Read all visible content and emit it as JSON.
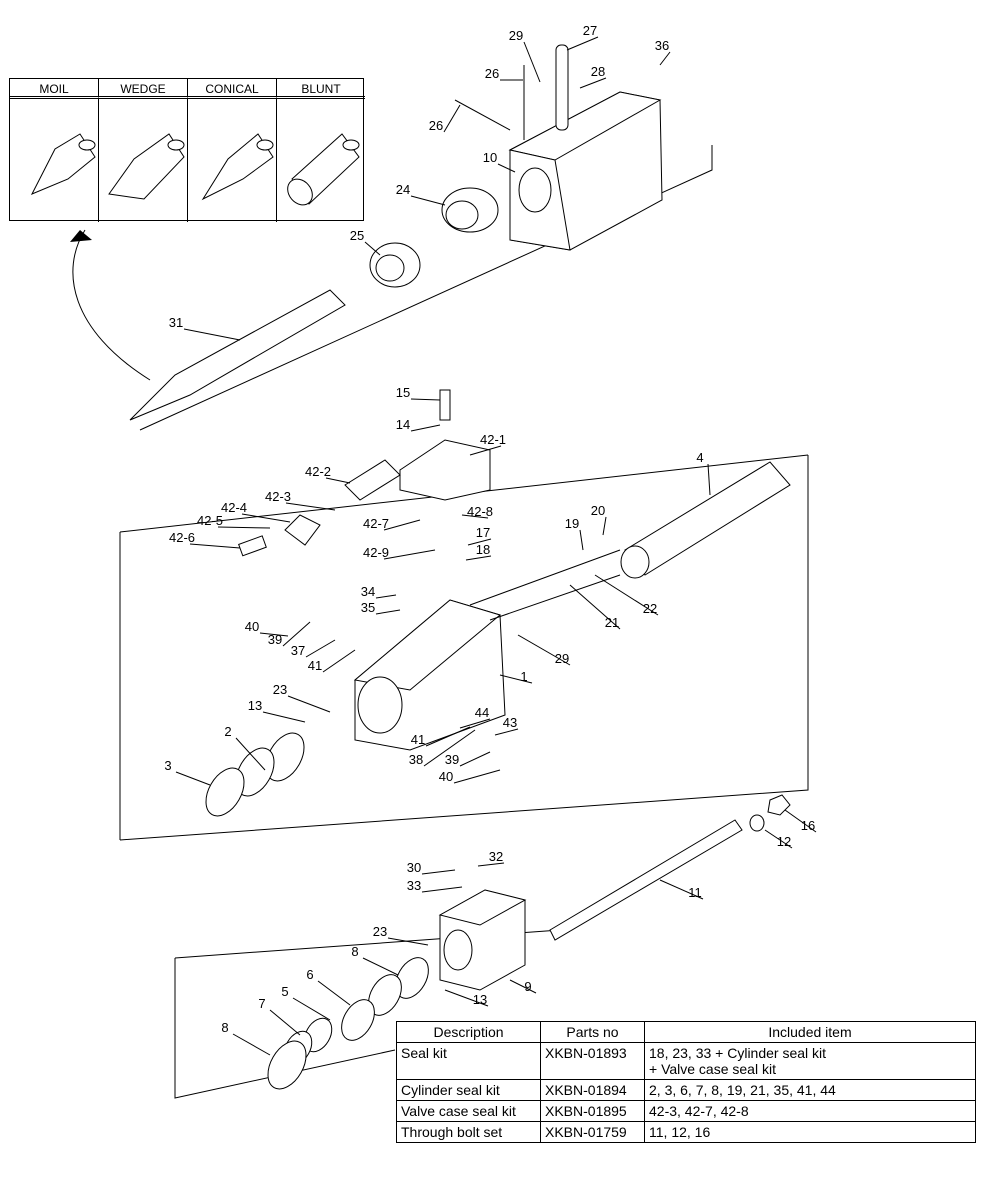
{
  "bit_types": [
    "MOIL",
    "WEDGE",
    "CONICAL",
    "BLUNT"
  ],
  "labels": [
    "27",
    "29",
    "36",
    "26",
    "28",
    "26",
    "10",
    "24",
    "25",
    "31",
    "15",
    "14",
    "42-1",
    "4",
    "42-2",
    "42-3",
    "42-8",
    "20",
    "42-4",
    "42-5",
    "42-7",
    "17",
    "19",
    "42-6",
    "42-9",
    "18",
    "34",
    "22",
    "35",
    "40",
    "39",
    "21",
    "37",
    "29",
    "41",
    "1",
    "23",
    "13",
    "44",
    "43",
    "41",
    "2",
    "38",
    "39",
    "3",
    "40",
    "16",
    "12",
    "32",
    "30",
    "33",
    "11",
    "23",
    "8",
    "6",
    "9",
    "5",
    "7",
    "13",
    "8"
  ],
  "kit_table": {
    "headers": [
      "Description",
      "Parts no",
      "Included item"
    ],
    "rows": [
      {
        "description": "Seal kit",
        "parts_no": "XKBN-01893",
        "included": "18, 23, 33 + Cylinder seal kit",
        "included_2": "+ Valve case seal kit"
      },
      {
        "description": "Cylinder seal kit",
        "parts_no": "XKBN-01894",
        "included": "2, 3, 6, 7, 8, 19, 21, 35, 41, 44"
      },
      {
        "description": "Valve case seal kit",
        "parts_no": "XKBN-01895",
        "included": "42-3, 42-7, 42-8"
      },
      {
        "description": "Through bolt set",
        "parts_no": "XKBN-01759",
        "included": "11, 12, 16"
      }
    ]
  }
}
